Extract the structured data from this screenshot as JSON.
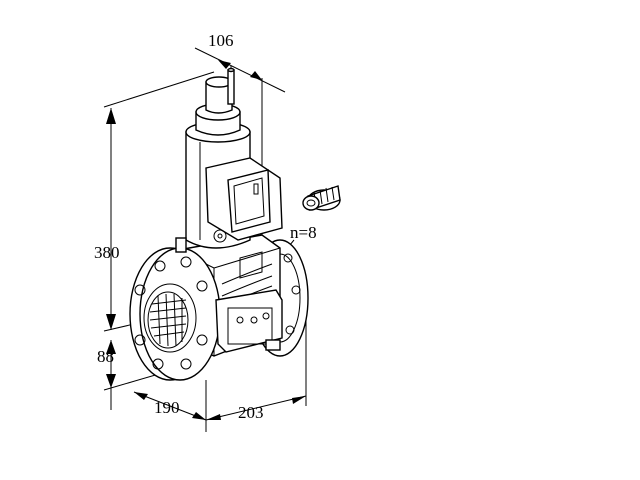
{
  "dimensions": {
    "top_width": "106",
    "height_total": "380",
    "height_lower": "88",
    "length_front": "190",
    "length_side": "203",
    "bolt_count": "n=8"
  },
  "icons": {
    "valve": "solenoid-gas-valve",
    "plug": "cable-gland-connector"
  }
}
